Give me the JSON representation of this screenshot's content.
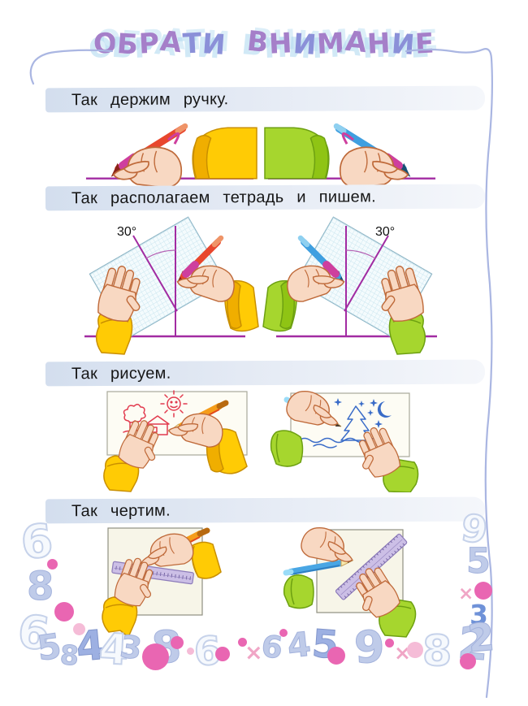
{
  "page": {
    "title": "ОБРАТИ ВНИМАНИЕ"
  },
  "sections": [
    {
      "heading": "Так держим ручку."
    },
    {
      "heading": "Так располагаем тетрадь и пишем.",
      "angle_left": "30°",
      "angle_right": "30°"
    },
    {
      "heading": "Так рисуем."
    },
    {
      "heading": "Так чертим."
    }
  ],
  "decorations": {
    "numbers": [
      "6",
      "8",
      "6",
      "5",
      "8",
      "4",
      "4",
      "3",
      "8",
      "6",
      "×",
      "6",
      "4",
      "5",
      "9",
      "×",
      "8",
      "2",
      "9",
      "5",
      "×",
      "3",
      "2"
    ]
  },
  "colors": {
    "title_purple": "#a57fc9",
    "title_blue": "#8b90d8",
    "title_shadow": "#cfe7f5",
    "heading_band": "#d3deee",
    "border_wave": "#aab6e2",
    "guide_line_purple": "#a22ba2",
    "sleeve_yellow": "#ffcb05",
    "sleeve_green": "#a6d62e",
    "pen_red": "#e8472e",
    "pen_blue": "#3f9fe0",
    "pen_grip_pink": "#ce3f9e",
    "notebook_grid": "#c9e5ef",
    "ruler_lavender": "#ccbfe6",
    "drawing_red": "#e23a4e",
    "drawing_blue": "#3a6cc8",
    "decor_number_blue": "#bfcbe9",
    "decor_dot_pink": "#e966b2"
  }
}
